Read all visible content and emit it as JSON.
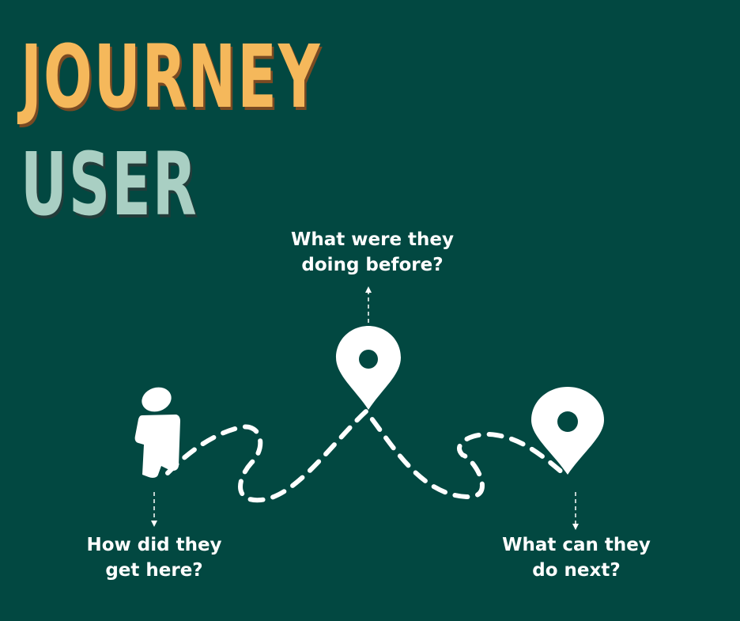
{
  "title": {
    "line1": "JOURNEY",
    "line2": "USER"
  },
  "captions": {
    "before": {
      "line1": "What were they",
      "line2": "doing before?"
    },
    "arrival": {
      "line1": "How did they",
      "line2": "get here?"
    },
    "next": {
      "line1": "What can they",
      "line2": "do next?"
    }
  },
  "colors": {
    "background": "#024841",
    "title_primary": "#F5B85B",
    "title_secondary": "#A9CFC3",
    "foreground": "#FFFFFF"
  },
  "icons": {
    "person": "person-icon",
    "pin_before": "location-pin-icon",
    "pin_next": "location-pin-icon"
  }
}
